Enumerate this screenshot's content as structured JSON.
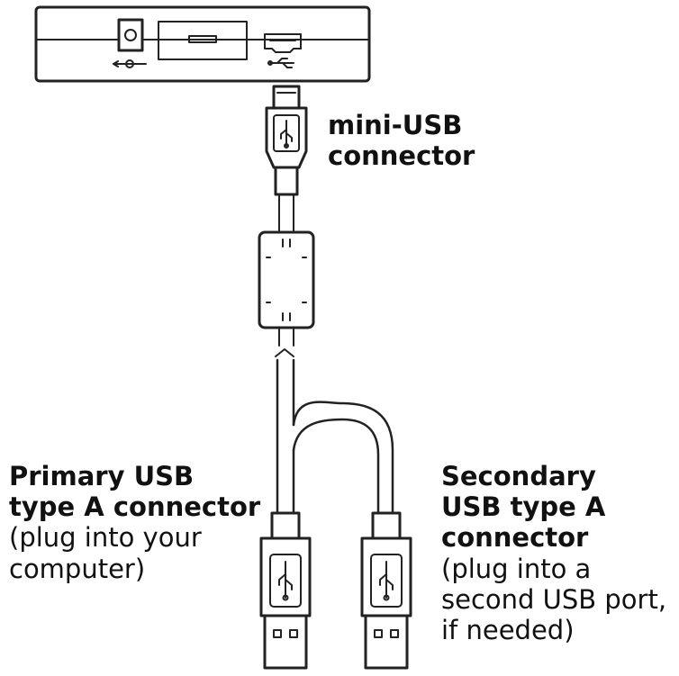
{
  "labels": {
    "mini_usb": {
      "title_lines": [
        "mini-USB",
        "connector"
      ]
    },
    "primary": {
      "title_lines": [
        "Primary USB",
        "type A connector"
      ],
      "note_lines": [
        "(plug into your",
        "computer)"
      ]
    },
    "secondary": {
      "title_lines": [
        "Secondary",
        "USB type A",
        "connector"
      ],
      "note_lines": [
        "(plug into a",
        "second USB port,",
        "if needed)"
      ]
    }
  },
  "colors": {
    "stroke": "#222222",
    "fill": "#ffffff",
    "cable": "#444444"
  },
  "icons": [
    "usb-trident-icon",
    "power-plug-icon"
  ]
}
